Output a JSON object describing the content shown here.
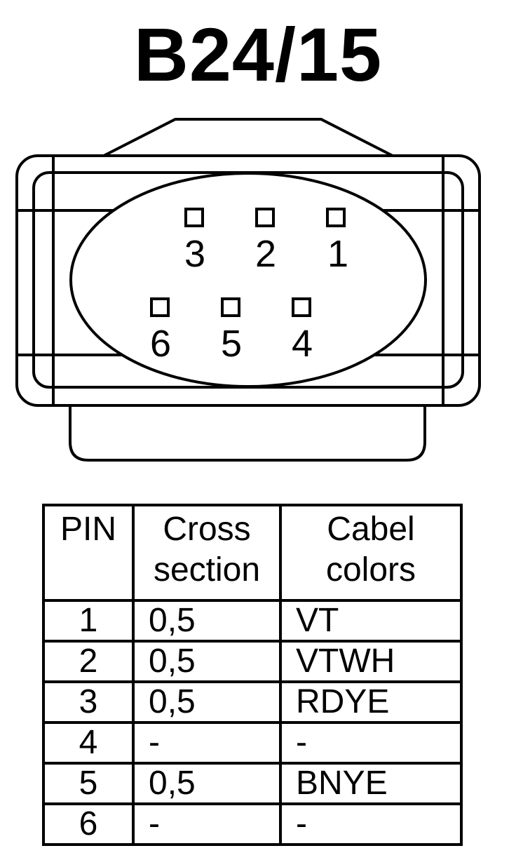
{
  "title": "B24/15",
  "connector": {
    "pins_top_row": [
      "3",
      "2",
      "1"
    ],
    "pins_bottom_row": [
      "6",
      "5",
      "4"
    ]
  },
  "table": {
    "headers": {
      "pin": "PIN",
      "cross_line1": "Cross",
      "cross_line2": "section",
      "colors_line1": "Cabel",
      "colors_line2": "colors"
    },
    "rows": [
      {
        "pin": "1",
        "cross": "0,5",
        "color": "VT"
      },
      {
        "pin": "2",
        "cross": "0,5",
        "color": "VTWH"
      },
      {
        "pin": "3",
        "cross": "0,5",
        "color": "RDYE"
      },
      {
        "pin": "4",
        "cross": "-",
        "color": "-"
      },
      {
        "pin": "5",
        "cross": "0,5",
        "color": "BNYE"
      },
      {
        "pin": "6",
        "cross": "-",
        "color": "-"
      }
    ]
  }
}
